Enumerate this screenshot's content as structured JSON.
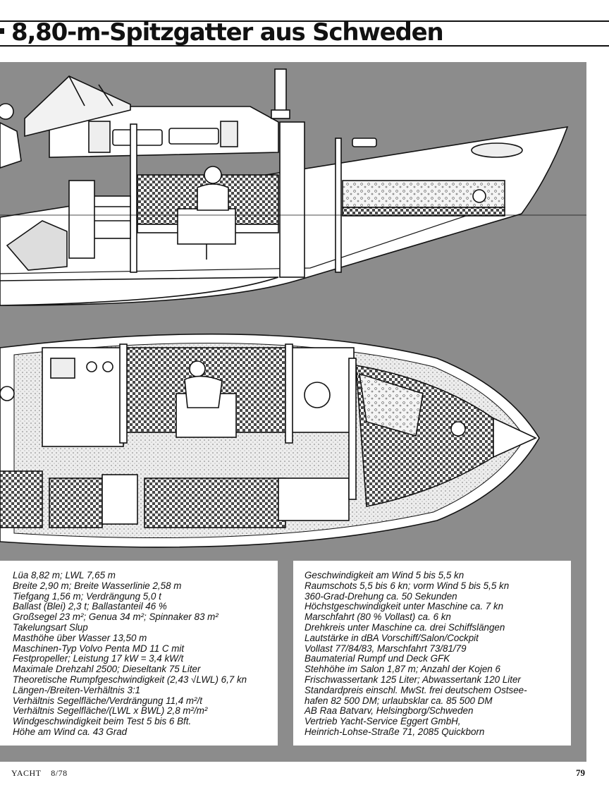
{
  "page": {
    "title": "8,80-m-Spitzgatter aus Schweden",
    "publication": "YACHT",
    "issue": "8/78",
    "page_number": "79"
  },
  "specs_left": [
    "Lüa 8,82 m; LWL 7,65 m",
    "Breite 2,90 m; Breite Wasserlinie 2,58 m",
    "Tiefgang 1,56 m; Verdrängung 5,0 t",
    "Ballast (Blei) 2,3 t; Ballastanteil 46 %",
    "Großsegel 23 m²; Genua 34 m²; Spinnaker 83 m²",
    "Takelungsart Slup",
    "Masthöhe über Wasser 13,50 m",
    "Maschinen-Typ Volvo Penta MD 11 C mit",
    "Festpropeller; Leistung 17 kW = 3,4 kW/t",
    "Maximale Drehzahl 2500; Dieseltank 75 Liter",
    "Theoretische Rumpfgeschwindigkeit (2,43 √LWL) 6,7 kn",
    "Längen-/Breiten-Verhältnis 3:1",
    "Verhältnis Segelfläche/Verdrängung 11,4 m²/t",
    "Verhältnis Segelfläche/(LWL x BWL) 2,8 m²/m²",
    "Windgeschwindigkeit beim Test 5 bis 6 Bft.",
    "Höhe am Wind ca. 43 Grad"
  ],
  "specs_right": [
    "Geschwindigkeit am Wind 5 bis 5,5 kn",
    "Raumschots 5,5 bis 6 kn; vorm Wind 5 bis 5,5 kn",
    "360-Grad-Drehung ca. 50 Sekunden",
    "Höchstgeschwindigkeit unter Maschine ca. 7 kn",
    "Marschfahrt (80 % Vollast) ca. 6 kn",
    "Drehkreis unter Maschine ca. drei Schiffslängen",
    "Lautstärke in dBA Vorschiff/Salon/Cockpit",
    "Vollast 77/84/83, Marschfahrt 73/81/79",
    "Baumaterial Rumpf und Deck GFK",
    "Stehhöhe im Salon 1,87 m; Anzahl der Kojen 6",
    "Frischwassertank 125 Liter; Abwassertank 120 Liter",
    "Standardpreis einschl. MwSt. frei deutschem Ostsee-",
    "hafen 82 500 DM; urlaubsklar ca. 85 500 DM",
    "AB Raa Batvarv, Helsingborg/Schweden",
    "Vertrieb Yacht-Service Eggert GmbH,",
    "Heinrich-Lohse-Straße 71, 2085 Quickborn"
  ],
  "colors": {
    "ink": "#111111",
    "halftone": "#8c8c8c",
    "paper": "#ffffff",
    "upholstery": "#cfcfcf"
  }
}
